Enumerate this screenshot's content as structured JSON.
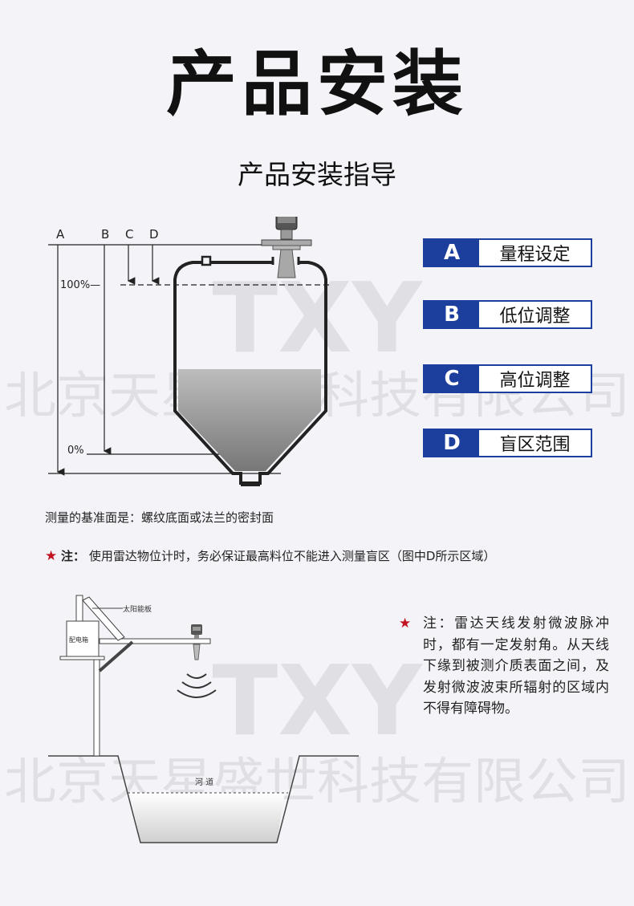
{
  "page": {
    "title": "产品安装",
    "subtitle": "产品安装指导"
  },
  "diagram1": {
    "letters": [
      "A",
      "B",
      "C",
      "D"
    ],
    "level_100": "100%—",
    "level_0": "0%"
  },
  "legend": [
    {
      "letter": "A",
      "label": "量程设定"
    },
    {
      "letter": "B",
      "label": "低位调整"
    },
    {
      "letter": "C",
      "label": "高位调整"
    },
    {
      "letter": "D",
      "label": "盲区范围"
    }
  ],
  "notes": {
    "reference": "测量的基准面是：螺纹底面或法兰的密封面",
    "warning_label": "注：",
    "warning_text": "使用雷达物位计时，务必保证最高料位不能进入测量盲区（图中D所示区域）",
    "right_note": "注：雷达天线发射微波脉冲时，都有一定发射角。从天线下缘到被测介质表面之间，及发射微波波束所辐射的区域内不得有障碍物。"
  },
  "diagram2": {
    "solar_panel": "太阳能板",
    "distribution_box": "配电箱",
    "river": "河 道"
  },
  "watermark": {
    "logo": "TXY",
    "company": "北京天星盛世科技有限公司"
  },
  "colors": {
    "accent": "#1c3f9e",
    "star": "#c1121f",
    "background": "#f4f3f8"
  }
}
